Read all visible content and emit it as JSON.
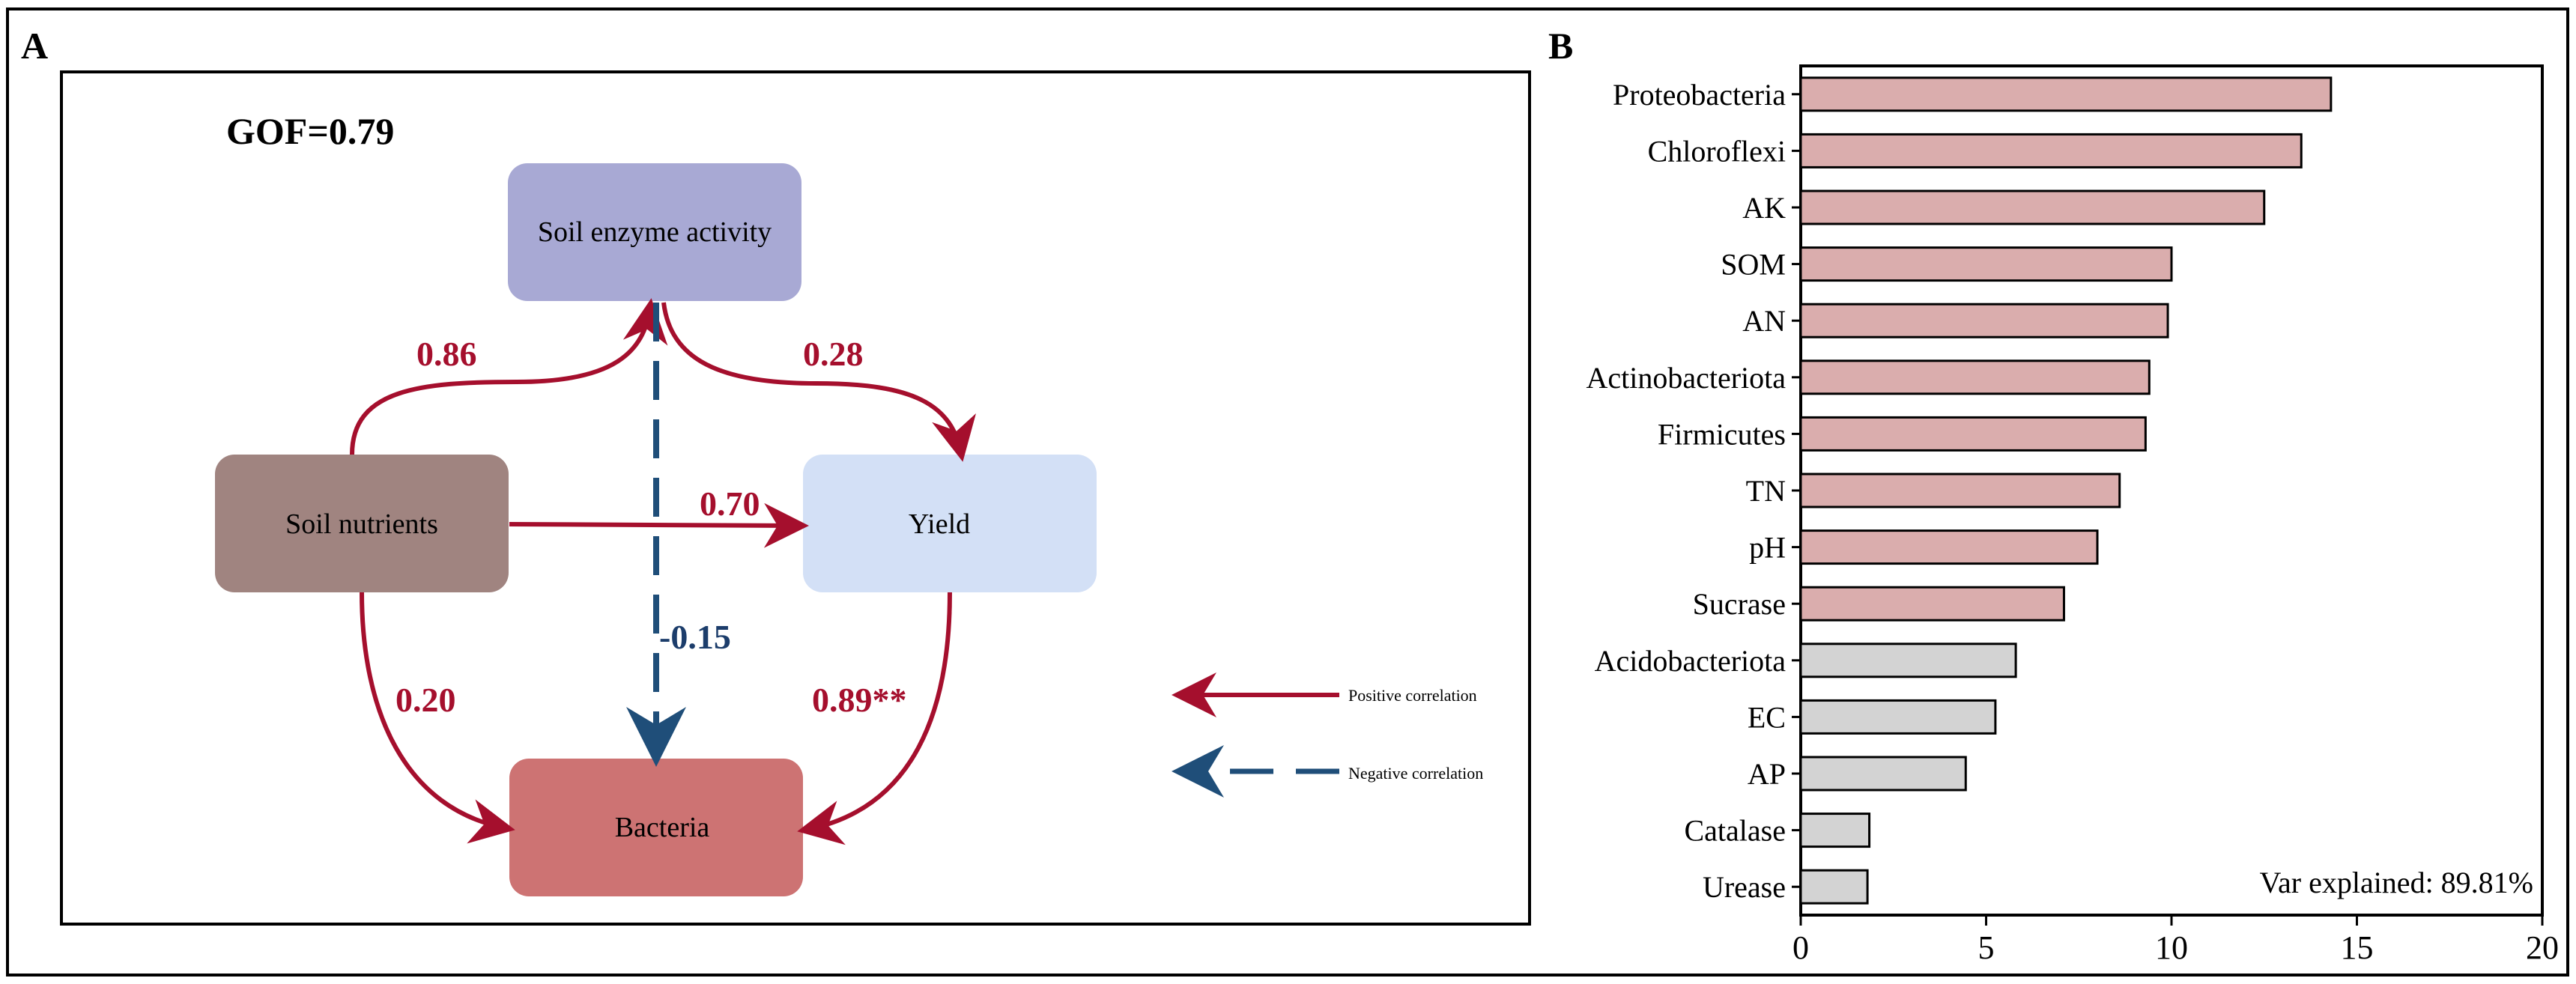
{
  "colors": {
    "positive": "#a50f2d",
    "negative": "#1f4e79",
    "negative_label": "#1c3d6b",
    "node_enzyme": "#a8a9d4",
    "node_nutrients": "#a08480",
    "node_yield": "#d3e0f6",
    "node_bacteria": "#cd7373",
    "bar_significant": "#daadad",
    "bar_nonsignificant": "#d3d3d3"
  },
  "panel_a": {
    "label": "A",
    "gof": "GOF=0.79",
    "nodes": {
      "enzyme": "Soil enzyme activity",
      "nutrients": "Soil nutrients",
      "yield": "Yield",
      "bacteria": "Bacteria"
    },
    "paths": {
      "nutrients_enzyme": "0.86",
      "enzyme_yield": "0.28",
      "nutrients_yield": "0.70",
      "enzyme_bacteria": "-0.15",
      "nutrients_bacteria": "0.20",
      "yield_bacteria": "0.89**"
    },
    "legend": {
      "positive": "Positive correlation",
      "negative": "Negative correlation"
    }
  },
  "panel_b": {
    "label": "B"
  },
  "chart_data": {
    "type": "bar",
    "orientation": "horizontal",
    "categories": [
      "Proteobacteria",
      "Chloroflexi",
      "AK",
      "SOM",
      "AN",
      "Actinobacteriota",
      "Firmicutes",
      "TN",
      "pH",
      "Sucrase",
      "Acidobacteriota",
      "EC",
      "AP",
      "Catalase",
      "Urease"
    ],
    "values": [
      14.3,
      13.5,
      12.5,
      10.0,
      9.9,
      9.4,
      9.3,
      8.6,
      8.0,
      7.1,
      5.8,
      5.25,
      4.45,
      1.85,
      1.8
    ],
    "significant": [
      true,
      true,
      true,
      true,
      true,
      true,
      true,
      true,
      true,
      true,
      false,
      false,
      false,
      false,
      false
    ],
    "xlim": [
      0,
      20
    ],
    "xticks": [
      "0",
      "5",
      "10",
      "15",
      "20"
    ],
    "annotation": "Var explained: 89.81%"
  }
}
